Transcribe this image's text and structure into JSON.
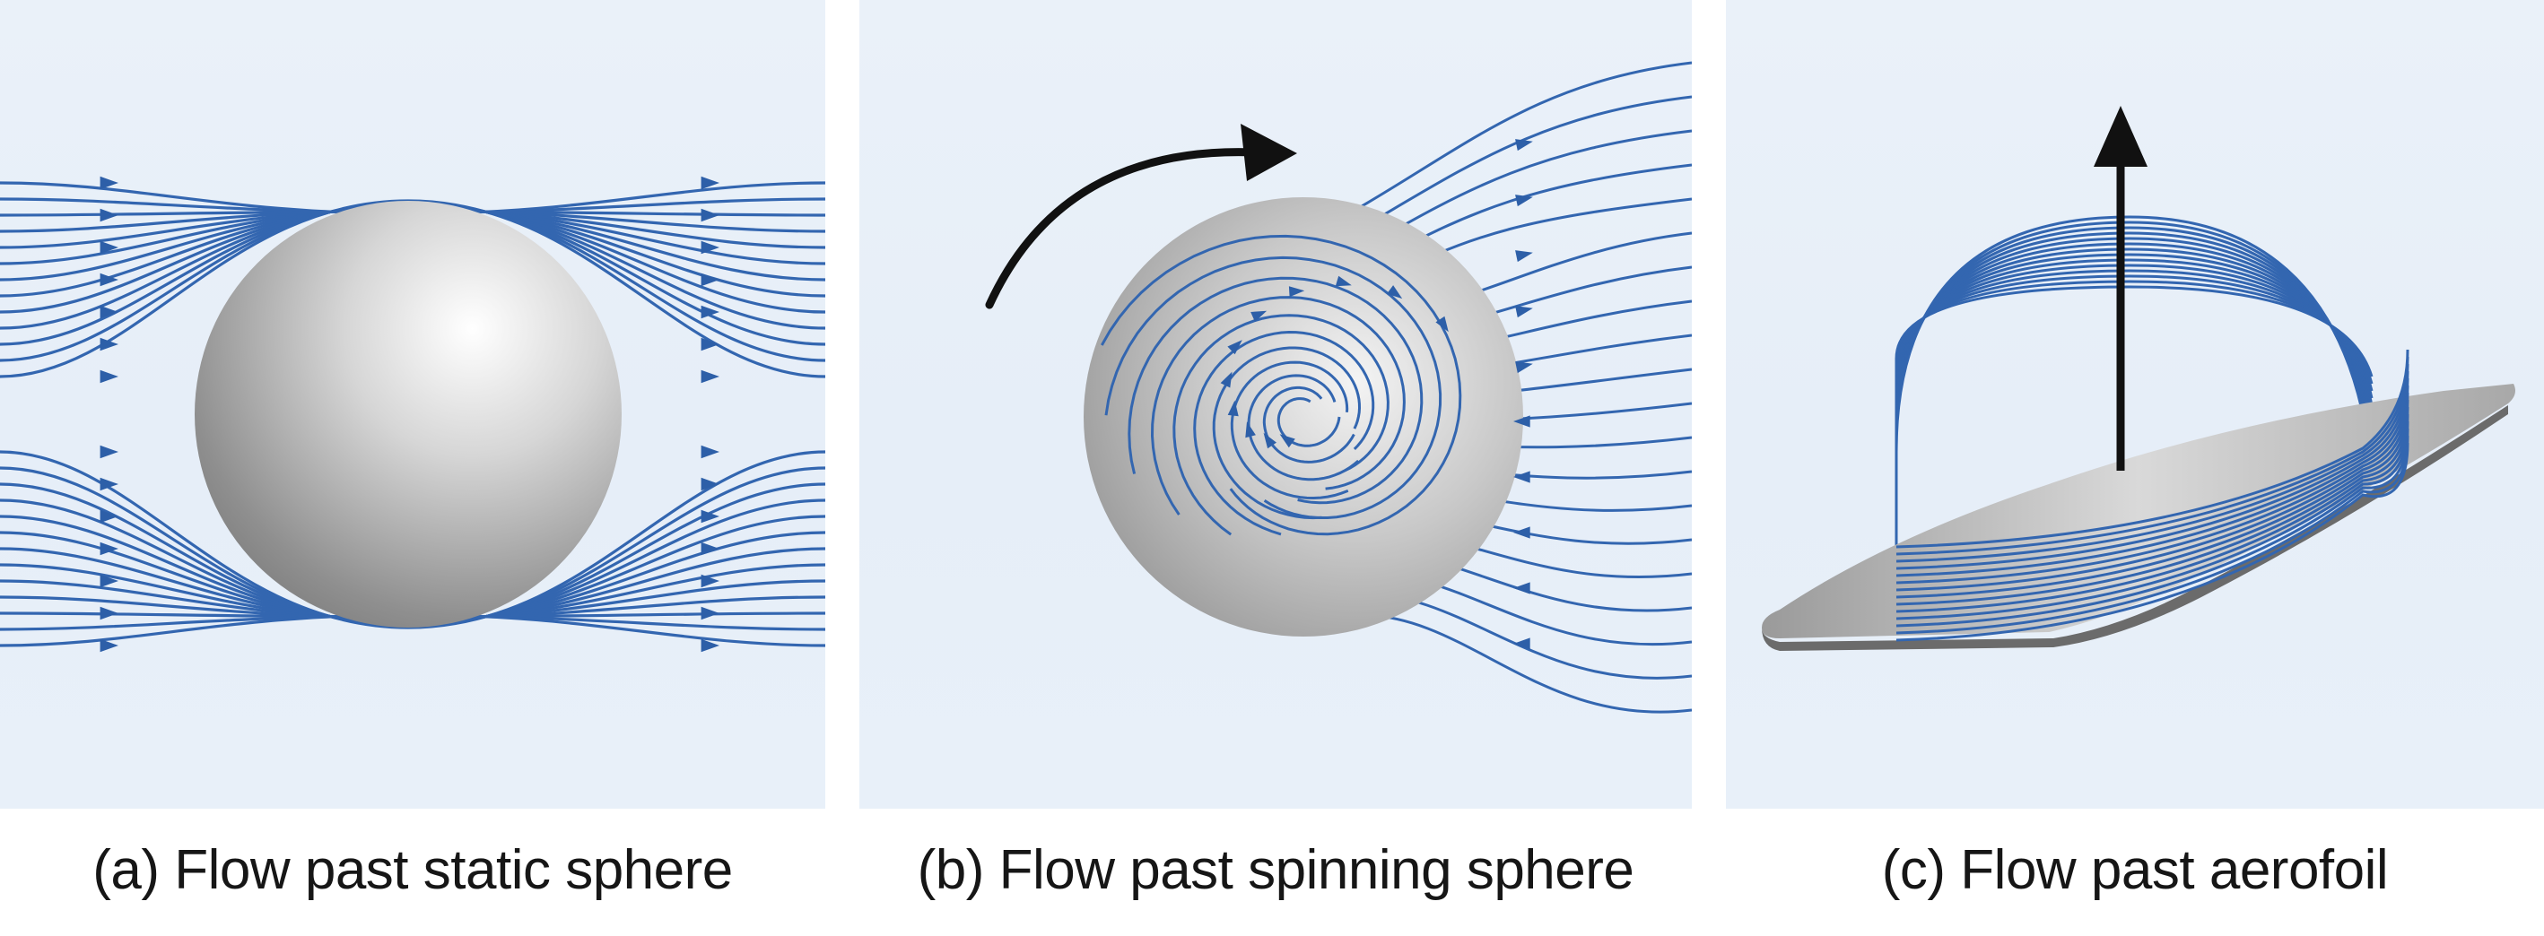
{
  "captions": {
    "a": "(a) Flow past static sphere",
    "b": "(b) Flow past spinning sphere",
    "c": "(c) Flow past aerofoil"
  },
  "colors": {
    "streamline": "#3366b0",
    "panel_background": "#e8f0f9",
    "arrow": "#111111",
    "sphere": "#b8b8b8",
    "aerofoil": "#9a9a9a"
  },
  "icons": {
    "rotation": "curved-rotation-arrow-icon",
    "lift": "lift-arrow-icon"
  }
}
